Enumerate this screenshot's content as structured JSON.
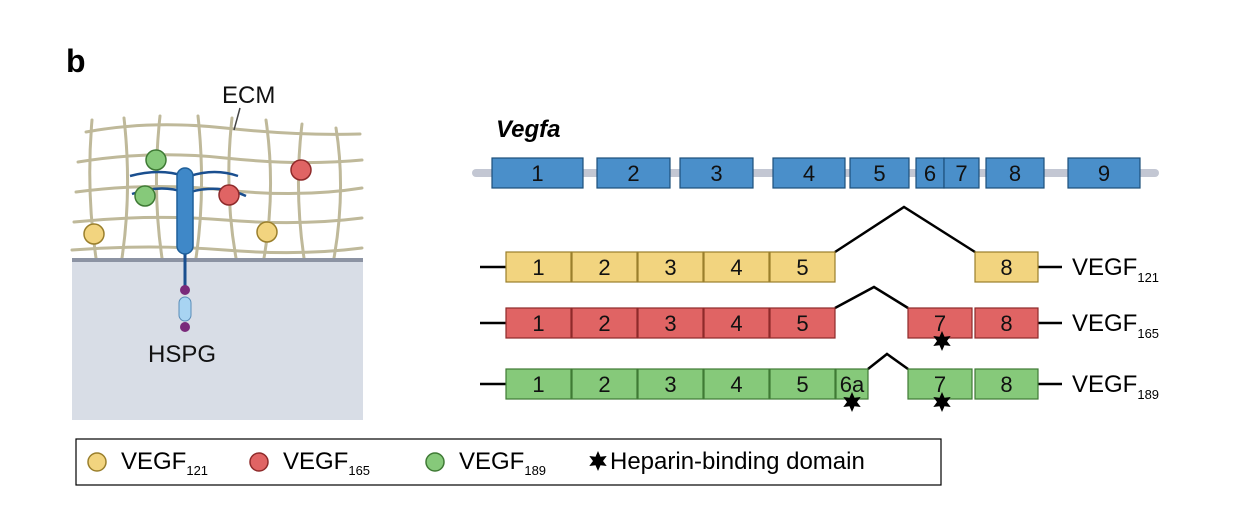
{
  "panel_label": "b",
  "cell": {
    "ecm_label": "ECM",
    "hspg_label": "HSPG"
  },
  "gene": {
    "name": "Vegfa",
    "exons": [
      "1",
      "2",
      "3",
      "4",
      "5",
      "6",
      "7",
      "8",
      "9"
    ]
  },
  "isoforms": [
    {
      "name": "VEGF",
      "sub": "121",
      "exons": [
        "1",
        "2",
        "3",
        "4",
        "5",
        "8"
      ]
    },
    {
      "name": "VEGF",
      "sub": "165",
      "exons": [
        "1",
        "2",
        "3",
        "4",
        "5",
        "7",
        "8"
      ]
    },
    {
      "name": "VEGF",
      "sub": "189",
      "exons": [
        "1",
        "2",
        "3",
        "4",
        "5",
        "6a",
        "7",
        "8"
      ]
    }
  ],
  "legend": {
    "items": [
      {
        "name": "VEGF",
        "sub": "121"
      },
      {
        "name": "VEGF",
        "sub": "165"
      },
      {
        "name": "VEGF",
        "sub": "189"
      }
    ],
    "heparin_label": "Heparin-binding domain"
  },
  "colors": {
    "gene_exon": "#4a8fca",
    "gene_exon_stroke": "#1d4f7a",
    "vegf121": "#f2d47f",
    "vegf121_stroke": "#9a7f2c",
    "vegf165": "#e06464",
    "vegf165_stroke": "#8e2a2a",
    "vegf189": "#86c97a",
    "vegf189_stroke": "#3f7a35",
    "ecm_mesh": "#bfb99a",
    "membrane": "#8c93a3",
    "cytoplasm": "#d8dde6",
    "hspg_core": "#3f88c8",
    "hspg_chain": "#1a4f8f",
    "hspg_bead": "#7a2a7a",
    "hspg_tail": "#a8d4f2"
  }
}
